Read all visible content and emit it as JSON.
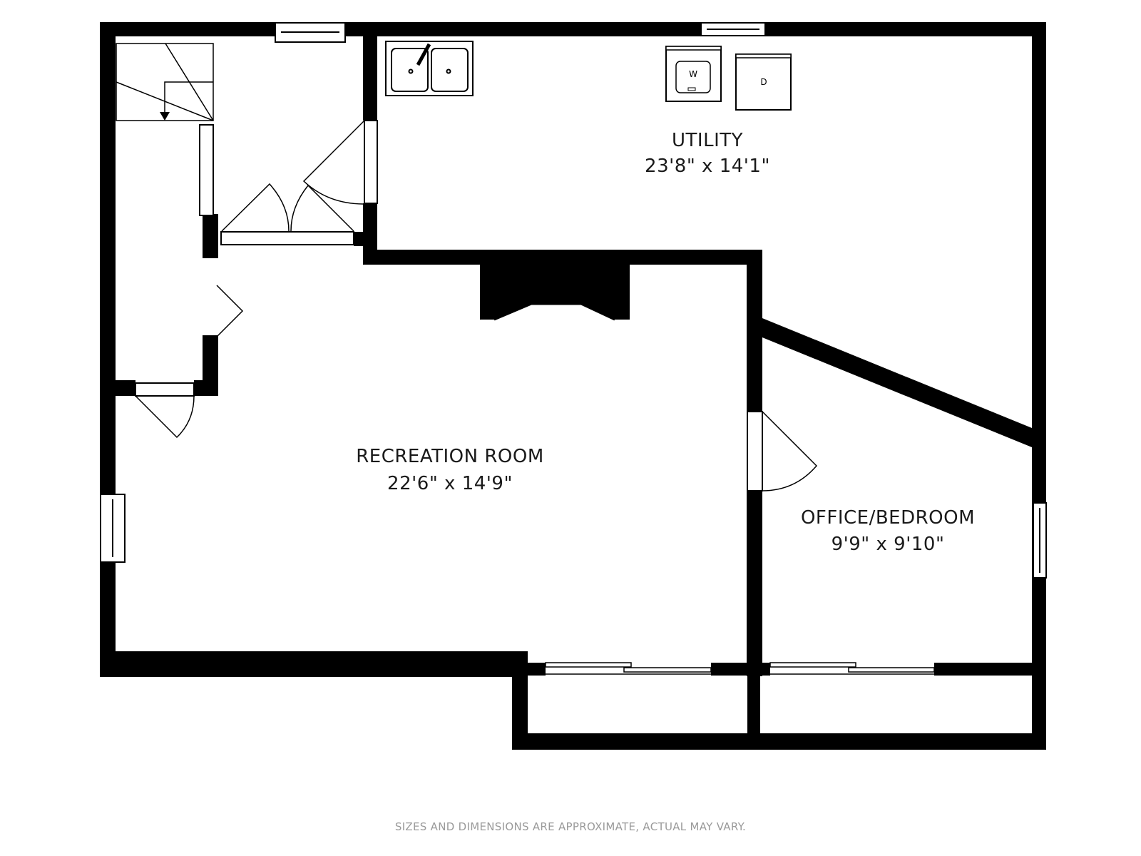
{
  "rooms": {
    "utility": {
      "name": "UTILITY",
      "dimensions": "23'8\" x 14'1\""
    },
    "recreation": {
      "name": "RECREATION ROOM",
      "dimensions": "22'6\" x 14'9\""
    },
    "office": {
      "name": "OFFICE/BEDROOM",
      "dimensions": "9'9\" x 9'10\""
    }
  },
  "appliances": {
    "washer": "W",
    "dryer": "D"
  },
  "colors": {
    "wall": "#000000",
    "background": "#ffffff",
    "disclaimer": "#9a9a9a"
  },
  "disclaimer": "SIZES AND DIMENSIONS ARE APPROXIMATE, ACTUAL MAY VARY."
}
